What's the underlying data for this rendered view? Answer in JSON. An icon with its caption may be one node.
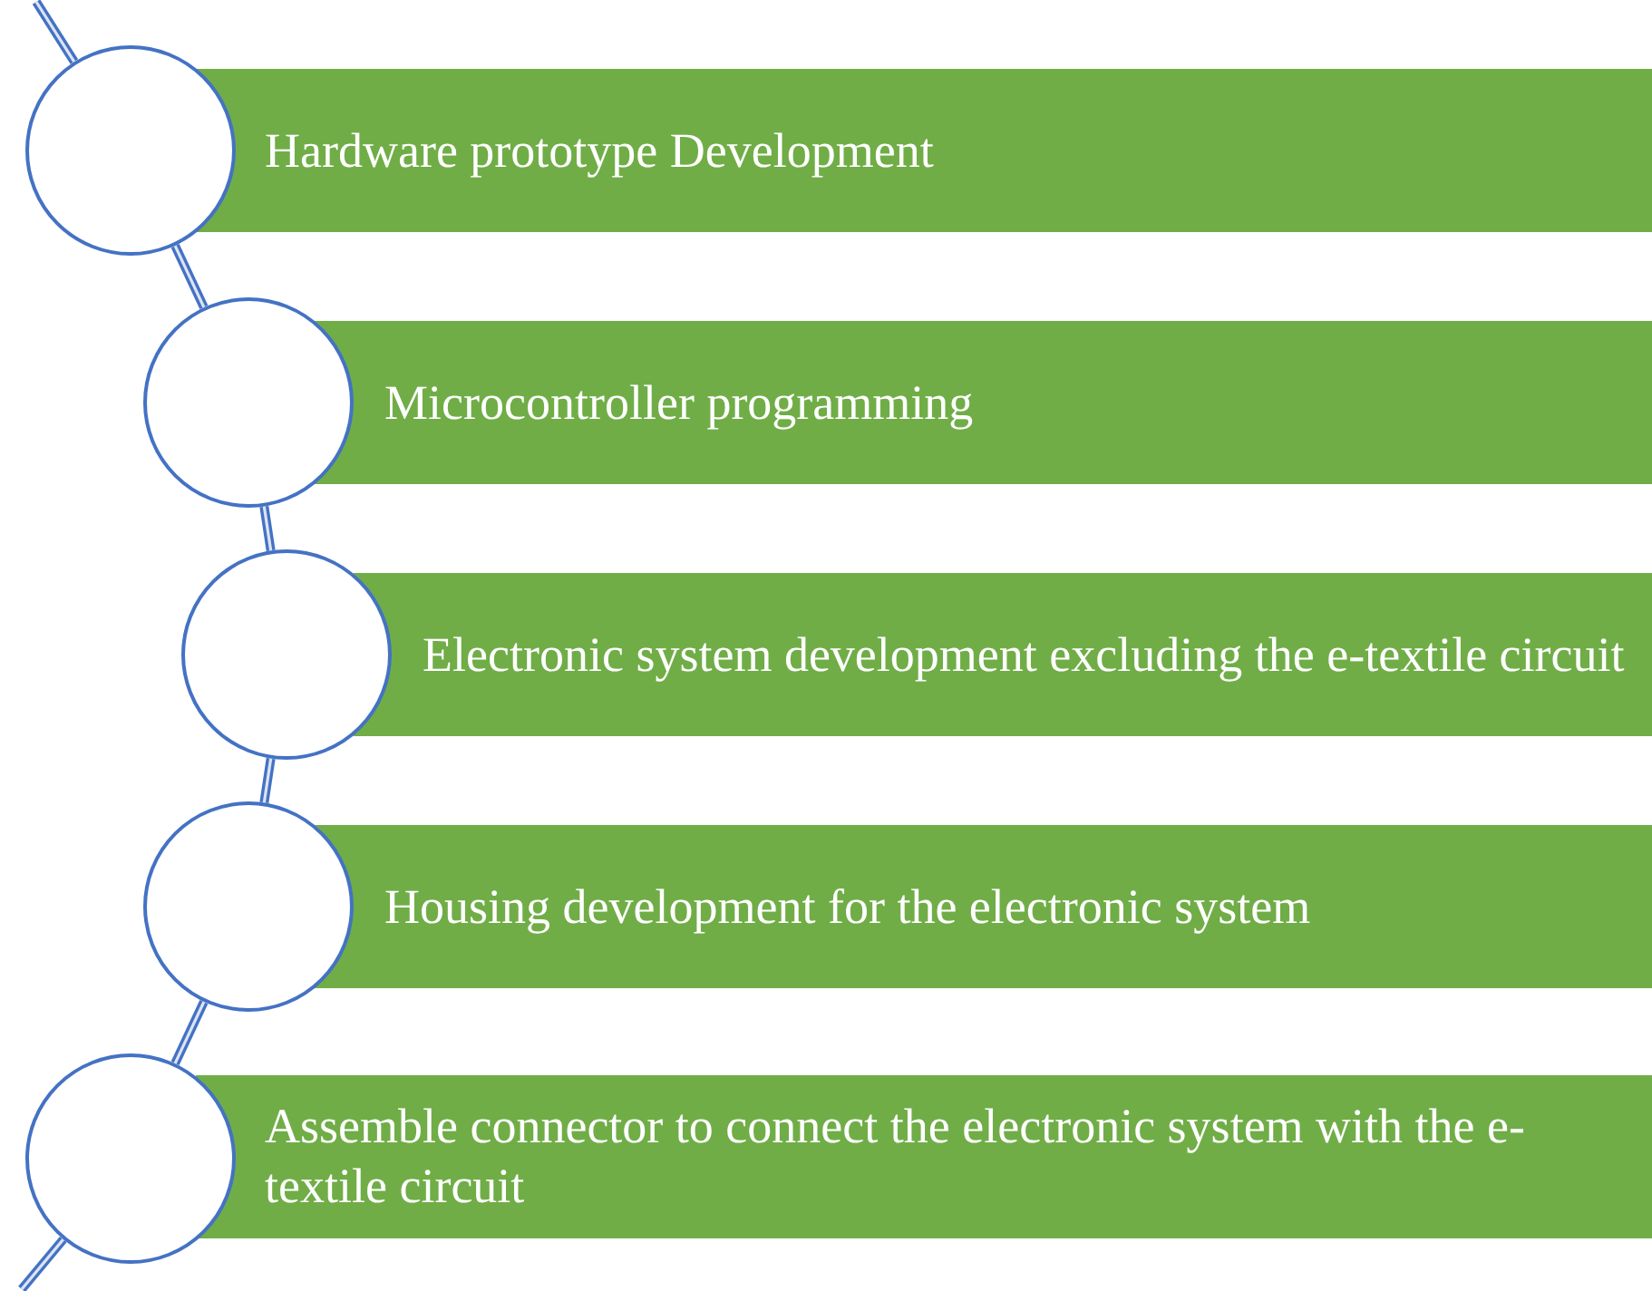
{
  "diagram": {
    "nodes": [
      {
        "text": [
          "Hardware prototype Development"
        ]
      },
      {
        "text": [
          "Microcontroller programming"
        ]
      },
      {
        "text": [
          "Electronic system development excluding the e-textile circuit"
        ]
      },
      {
        "text": [
          "Housing development for the electronic system"
        ]
      },
      {
        "text": [
          "Assemble connector to connect the electronic system with the e-textile circuit"
        ]
      },
      {
        "text": [],
        "shape": "circle"
      },
      {
        "text": [],
        "shape": "circle"
      },
      {
        "text": [],
        "shape": "circle"
      },
      {
        "text": [],
        "shape": "circle"
      },
      {
        "text": [],
        "shape": "circle"
      }
    ],
    "edges": [
      {
        "from": null,
        "to": 5,
        "arrow": "none"
      },
      {
        "from": 5,
        "to": 6,
        "arrow": "none"
      },
      {
        "from": 6,
        "to": 7,
        "arrow": "none"
      },
      {
        "from": 7,
        "to": 8,
        "arrow": "none"
      },
      {
        "from": 8,
        "to": 9,
        "arrow": "none"
      },
      {
        "from": 9,
        "to": null,
        "arrow": "none"
      }
    ]
  }
}
